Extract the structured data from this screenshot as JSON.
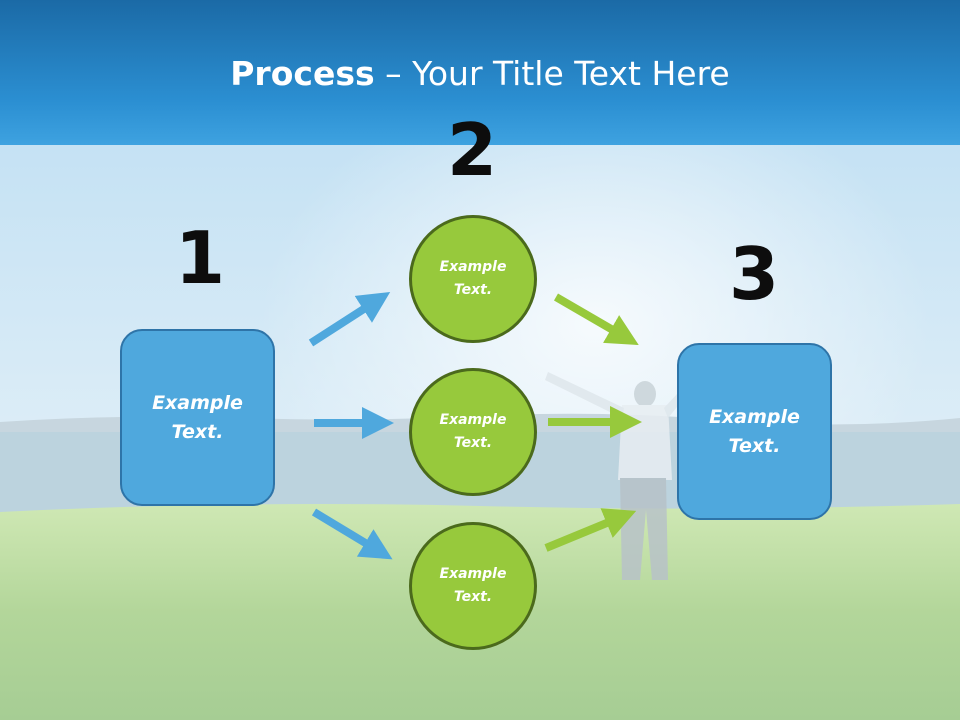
{
  "slide": {
    "title_bold": "Process",
    "title_rest": " – Your Title Text Here"
  },
  "steps": [
    {
      "number": "1",
      "label": "Example\nText."
    },
    {
      "number": "2",
      "labels": [
        "Example\nText.",
        "Example\nText.",
        "Example\nText."
      ]
    },
    {
      "number": "3",
      "label": "Example\nText."
    }
  ],
  "colors": {
    "header": "#2b8fd2",
    "box_fill": "#4fa8dd",
    "circle_fill": "#97c93c",
    "arrow_blue": "#4fa8dd",
    "arrow_green": "#97c93c"
  }
}
